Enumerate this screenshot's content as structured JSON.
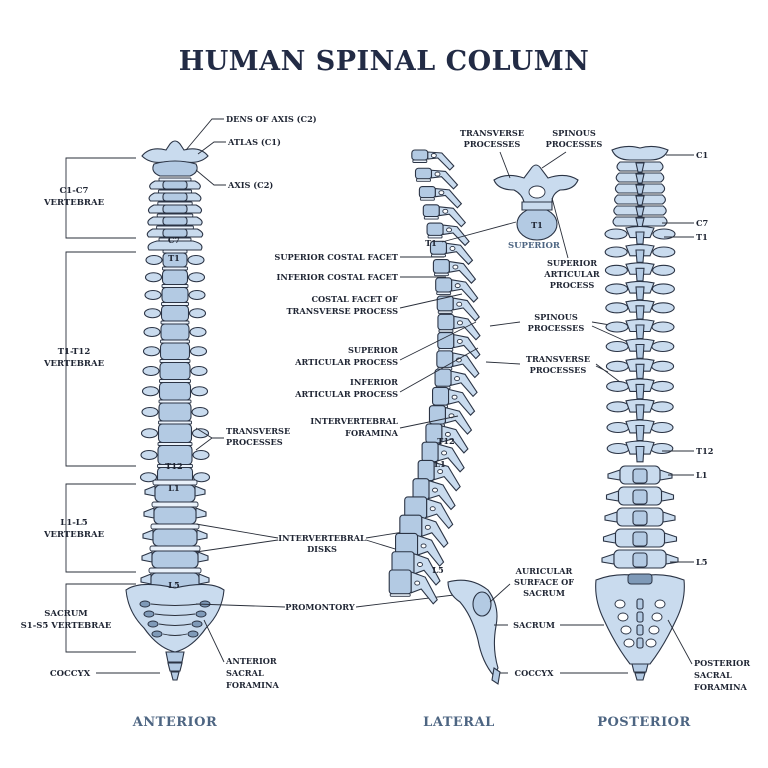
{
  "title": "HUMAN SPINAL COLUMN",
  "views": {
    "anterior": "ANTERIOR",
    "lateral": "LATERAL",
    "posterior": "POSTERIOR"
  },
  "anterior": {
    "groups": [
      {
        "line1": "C1-C7",
        "line2": "VERTEBRAE"
      },
      {
        "line1": "T1-T12",
        "line2": "VERTEBRAE"
      },
      {
        "line1": "L1-L5",
        "line2": "VERTEBRAE"
      },
      {
        "line1": "SACRUM",
        "line2": "S1-S5 VERTEBRAE"
      }
    ],
    "coccyx": "COCCYX",
    "dens": "DENS OF AXIS (C2)",
    "atlas": "ATLAS (C1)",
    "axis": "AXIS (C2)",
    "transverse": {
      "line1": "TRANSVERSE",
      "line2": "PROCESSES"
    },
    "foramina": {
      "line1": "ANTERIOR",
      "line2": "SACRAL",
      "line3": "FORAMINA"
    },
    "vert": {
      "c7": "C7",
      "t1": "T1",
      "t12": "T12",
      "l1": "L1",
      "l5": "L5"
    }
  },
  "center": {
    "intervertebral_disks": {
      "line1": "INTERVERTEBRAL",
      "line2": "DISKS"
    },
    "promontory": "PROMONTORY"
  },
  "lateral": {
    "superior_costal": "SUPERIOR COSTAL FACET",
    "inferior_costal": "INFERIOR COSTAL FACET",
    "costal_transverse": {
      "line1": "COSTAL FACET OF",
      "line2": "TRANSVERSE PROCESS"
    },
    "superior_articular": {
      "line1": "SUPERIOR",
      "line2": "ARTICULAR PROCESS"
    },
    "inferior_articular": {
      "line1": "INFERIOR",
      "line2": "ARTICULAR PROCESS"
    },
    "intervertebral_foramina": {
      "line1": "INTERVERTEBRAL",
      "line2": "FORAMINA"
    },
    "transverse_top": {
      "line1": "TRANSVERSE",
      "line2": "PROCESSES"
    },
    "spinous_top": {
      "line1": "SPINOUS",
      "line2": "PROCESSES"
    },
    "superior_view": "SUPERIOR",
    "superior_articular_right": {
      "line1": "SUPERIOR",
      "line2": "ARTICULAR",
      "line3": "PROCESS"
    },
    "spinous_mid": {
      "line1": "SPINOUS",
      "line2": "PROCESSES"
    },
    "transverse_mid": {
      "line1": "TRANSVERSE",
      "line2": "PROCESSES"
    },
    "auricular": {
      "line1": "AURICULAR",
      "line2": "SURFACE OF",
      "line3": "SACRUM"
    },
    "sacrum": "SACRUM",
    "coccyx": "COCCYX",
    "vert": {
      "t1": "T1",
      "t12": "T12",
      "l1": "L1",
      "l5": "L5",
      "t1_top": "T1"
    }
  },
  "posterior": {
    "c1": "C1",
    "c7": "C7",
    "t1": "T1",
    "t12": "T12",
    "l1": "L1",
    "l5": "L5",
    "foramina": {
      "line1": "POSTERIOR",
      "line2": "SACRAL",
      "line3": "FORAMINA"
    }
  }
}
